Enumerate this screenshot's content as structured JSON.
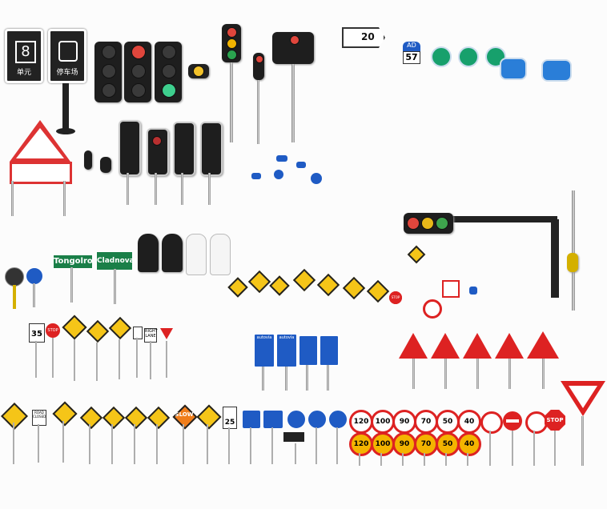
{
  "board_signs": [
    {
      "num": "8",
      "caption": "单元"
    },
    {
      "num": "",
      "caption": "停车场"
    }
  ],
  "direction_sign": {
    "speed": "20"
  },
  "route_sign": {
    "top": "AD",
    "num": "57"
  },
  "street_names": [
    "Tongolro",
    "Cladnovan"
  ],
  "speed_small_signs": [
    "35",
    "25"
  ],
  "speed_limits_top": [
    "120",
    "100",
    "90",
    "70",
    "50",
    "40"
  ],
  "speed_limits_bottom": [
    "120",
    "100",
    "90",
    "70",
    "50",
    "40"
  ],
  "stop_labels": [
    "STOP",
    "STOP",
    "STOP"
  ],
  "slow_label": "SLOW",
  "highway_labels": [
    "autovía",
    "autovía"
  ],
  "small_plate_labels": [
    "ROAD CLOSED",
    "RIGHT LANE"
  ]
}
